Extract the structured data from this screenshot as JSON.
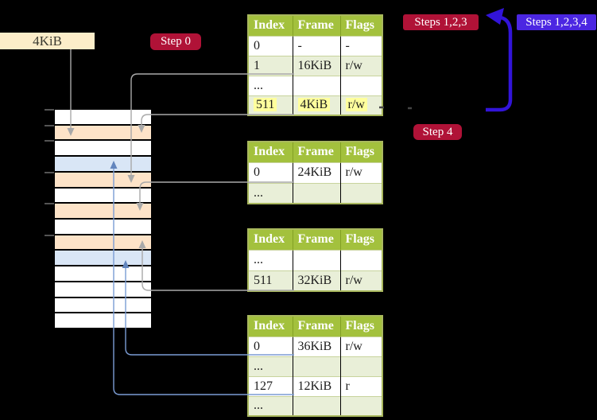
{
  "free_frame_box": {
    "label": "4KiB"
  },
  "step_labels": {
    "step0": "Step 0",
    "steps123": "Steps 1,2,3",
    "steps1234": "Steps 1,2,3,4",
    "step4": "Step 4"
  },
  "memory_column": {
    "row_colors": [
      "white",
      "peach",
      "white",
      "blue",
      "peach",
      "white",
      "peach",
      "white",
      "peach",
      "blue",
      "white",
      "white",
      "white",
      "white"
    ],
    "tick_count": 6
  },
  "colors": {
    "background": "#000000",
    "table_header_bg": "#a3c13d",
    "table_row_alt_bg": "#e9efd8",
    "table_border": "#a9b85e",
    "highlight_bg": "#ffff9d",
    "frame_box_bg": "#fcedc9",
    "memory_peach": "#fde3c8",
    "memory_blue": "#d9e6f6",
    "label_red_bg": "#b01237",
    "label_blue_bg": "#4b26e2",
    "big_arrow_blue": "#3214d9",
    "connector_gray": "#a9a9a9",
    "connector_blue": "#7b9cd4"
  },
  "page_tables": [
    {
      "headers": [
        "Index",
        "Frame",
        "Flags"
      ],
      "rows": [
        {
          "cells": [
            "0",
            "-",
            "-"
          ]
        },
        {
          "cells": [
            "1",
            "16KiB",
            "r/w"
          ]
        },
        {
          "cells": [
            "...",
            "",
            ""
          ]
        },
        {
          "cells": [
            "511",
            "4KiB",
            "r/w"
          ]
        }
      ]
    },
    {
      "headers": [
        "Index",
        "Frame",
        "Flags"
      ],
      "rows": [
        {
          "cells": [
            "0",
            "24KiB",
            "r/w"
          ]
        },
        {
          "cells": [
            "...",
            "",
            ""
          ]
        }
      ]
    },
    {
      "headers": [
        "Index",
        "Frame",
        "Flags"
      ],
      "rows": [
        {
          "cells": [
            "...",
            "",
            ""
          ]
        },
        {
          "cells": [
            "511",
            "32KiB",
            "r/w"
          ]
        }
      ]
    },
    {
      "headers": [
        "Index",
        "Frame",
        "Flags"
      ],
      "rows": [
        {
          "cells": [
            "0",
            "36KiB",
            "r/w"
          ]
        },
        {
          "cells": [
            "...",
            "",
            ""
          ]
        },
        {
          "cells": [
            "127",
            "12KiB",
            "r"
          ]
        },
        {
          "cells": [
            "...",
            "",
            ""
          ]
        }
      ]
    }
  ]
}
